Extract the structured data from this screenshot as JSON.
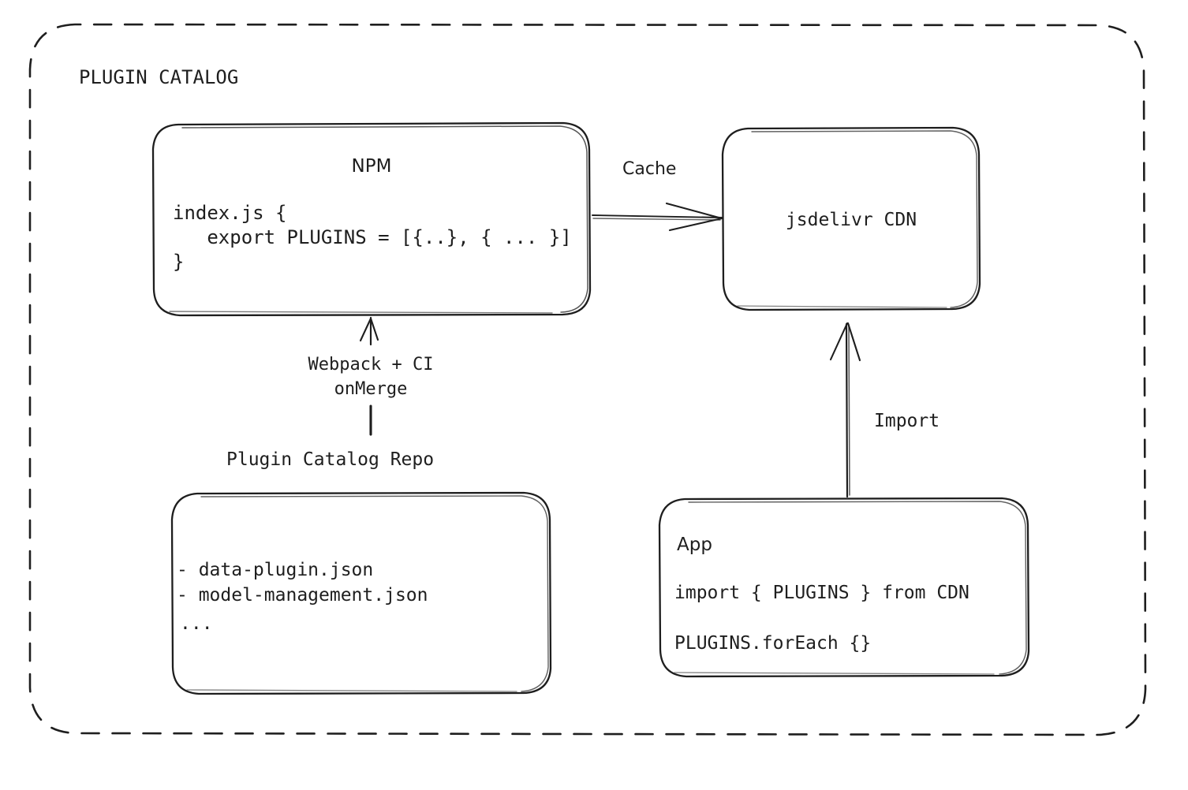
{
  "diagram": {
    "title": "PLUGIN CATALOG",
    "stroke_color": "#1e1e1e",
    "text_color": "#1e1e1e",
    "background_color": "#ffffff",
    "nodes": {
      "npm": {
        "title": "NPM",
        "code_line_1": "index.js {",
        "code_line_2": "   export PLUGINS = [{..}, { ... }]",
        "code_line_3": "}"
      },
      "cdn": {
        "title": "jsdelivr CDN"
      },
      "repo": {
        "caption": "Plugin Catalog Repo",
        "file_1": "- data-plugin.json",
        "file_2": "- model-management.json",
        "file_3": "..."
      },
      "app": {
        "title": "App",
        "code_line_1": "import { PLUGINS } from CDN",
        "code_line_2": "PLUGINS.forEach {}"
      }
    },
    "edges": {
      "cache": {
        "label": "Cache",
        "from": "npm",
        "to": "cdn"
      },
      "build": {
        "label_line_1": "Webpack + CI",
        "label_line_2": "onMerge",
        "from": "repo",
        "to": "npm"
      },
      "import": {
        "label": "Import",
        "from": "app",
        "to": "cdn"
      }
    }
  }
}
